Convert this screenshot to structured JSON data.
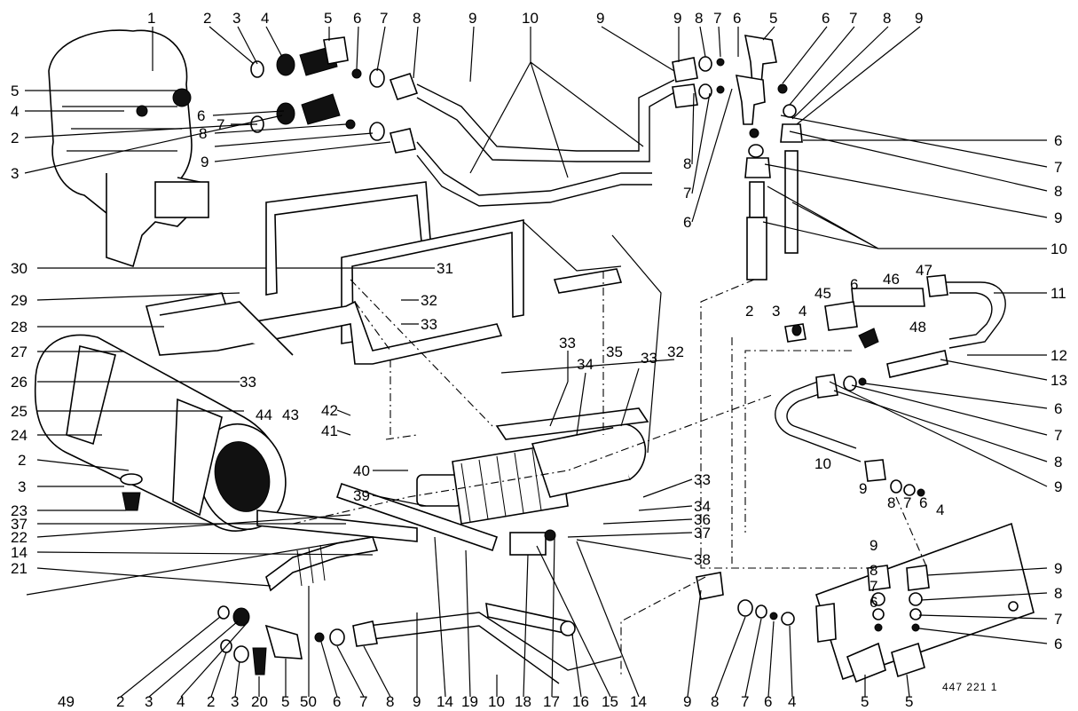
{
  "drawing_ref": "447 221 1",
  "top_labels": [
    "1",
    "2",
    "3",
    "4",
    "5",
    "6",
    "7",
    "8",
    "9",
    "10",
    "9",
    "9",
    "8",
    "7",
    "6",
    "5",
    "6",
    "7",
    "8",
    "9"
  ],
  "left_labels": [
    "5",
    "4",
    "2",
    "3",
    "30",
    "29",
    "28",
    "27",
    "26",
    "25",
    "24",
    "2",
    "3",
    "23",
    "37",
    "22",
    "14",
    "21",
    "49"
  ],
  "right_labels": [
    "6",
    "7",
    "8",
    "9",
    "10",
    "11",
    "12",
    "13",
    "6",
    "7",
    "8",
    "9",
    "9",
    "8",
    "7",
    "6"
  ],
  "bottom_labels": [
    "2",
    "3",
    "4",
    "2",
    "3",
    "20",
    "5",
    "50",
    "6",
    "7",
    "8",
    "9",
    "14",
    "19",
    "10",
    "18",
    "17",
    "16",
    "15",
    "14",
    "9",
    "8",
    "7",
    "6",
    "4",
    "5",
    "5"
  ],
  "center_labels": [
    "6",
    "7",
    "8",
    "9",
    "8",
    "7",
    "6",
    "31",
    "32",
    "33",
    "33",
    "44",
    "43",
    "42",
    "41",
    "33",
    "34",
    "35",
    "33",
    "32",
    "40",
    "39",
    "2",
    "3",
    "4",
    "45",
    "6",
    "46",
    "47",
    "48",
    "10",
    "9",
    "8",
    "7",
    "6",
    "4",
    "33",
    "34",
    "36",
    "37",
    "38",
    "9",
    "8",
    "7",
    "6"
  ]
}
